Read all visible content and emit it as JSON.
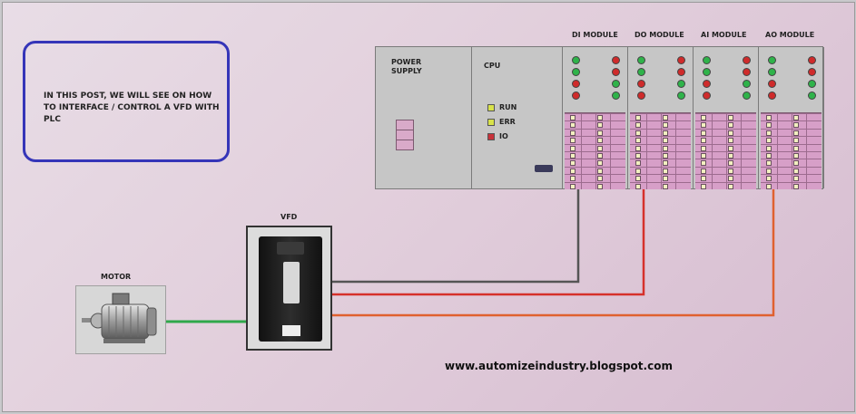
{
  "intro": {
    "text": "IN THIS POST, WE WILL SEE ON HOW TO INTERFACE / CONTROL A VFD WITH PLC"
  },
  "plc": {
    "power_supply_label": "POWER SUPPLY",
    "cpu_label": "CPU",
    "cpu_leds": [
      {
        "label": "RUN",
        "color": "#d8e24a"
      },
      {
        "label": "ERR",
        "color": "#d8e24a"
      },
      {
        "label": "IO",
        "color": "#c8323a"
      }
    ],
    "modules": [
      {
        "title": "DI MODULE"
      },
      {
        "title": "DO MODULE"
      },
      {
        "title": "AI MODULE"
      },
      {
        "title": "AO MODULE"
      }
    ]
  },
  "vfd": {
    "label": "VFD"
  },
  "motor": {
    "label": "MOTOR"
  },
  "website": "www.automizeindustry.blogspot.com",
  "colors": {
    "led_green": "#2fb34a",
    "led_red": "#cf2b2b",
    "wire_di": "#555555",
    "wire_do": "#d6312b",
    "wire_ao": "#e0612f",
    "wire_motor": "#2fa84a",
    "intro_border": "#3535b8"
  }
}
